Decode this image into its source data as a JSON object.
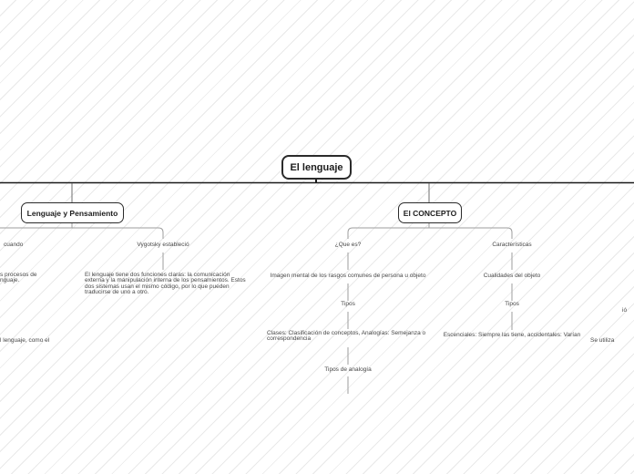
{
  "canvas": {
    "bg_color": "#ffffff",
    "hatch_color": "#e9e9e9",
    "connector_color": "#9e9e9e",
    "trunk_color": "#1a1a1a",
    "node_border_color": "#2b2b2b",
    "text_color": "#474747"
  },
  "root": {
    "label": "El lenguaje"
  },
  "left_branch": {
    "label": "Lenguaje y Pensamiento",
    "fragment_cuando": "cuando",
    "fragment_procesos": "s procesos de\nnguaje.",
    "fragment_lenguaje": "l lenguaje, como el",
    "vygotsky_label": "Vygotsky estableció",
    "vygotsky_detail": "El lenguaje tiene dos funciones claras: la comunicación\nexterna y la manipulación interna de los pensamientos. Estos\ndos sistemas usan el mismo código, por lo que pueden\ntraducirse de uno a otro."
  },
  "right_branch": {
    "label": "El CONCEPTO",
    "que_es": {
      "label": "¿Que es?",
      "definition": "Imagen mental de los rasgos comunes de persona u objeto",
      "tipos_label": "Tipos",
      "clases": "Clases: Clasificación de conceptos, Analogías: Semejanza o\ncorrespondencia",
      "tipos_analogia": "Tipos de analogía"
    },
    "caracteristicas": {
      "label": "Características",
      "cualidades": "Cualidades del objeto",
      "tipos_label": "Tipos",
      "escenciales": "Escenciales: Siempre las tiene, accidentales: Varían"
    }
  },
  "edge_fragments": {
    "right_mid": "ió",
    "right_bottom": "Se utiliza"
  }
}
